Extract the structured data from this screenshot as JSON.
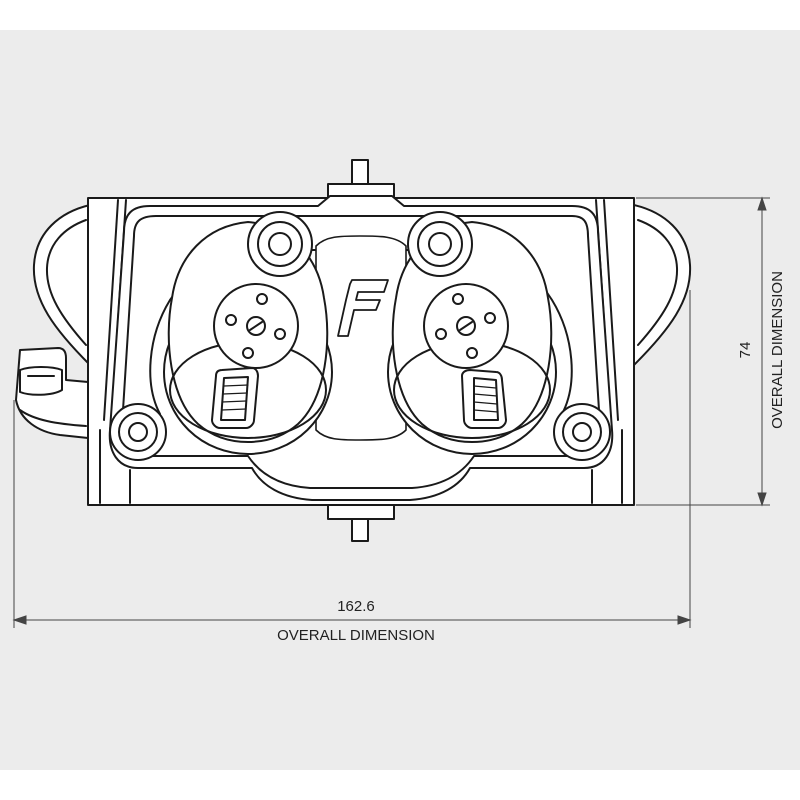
{
  "colors": {
    "background": "#ffffff",
    "canvas": "#ececec",
    "outline": "#1a1a1a",
    "part_fill": "#ffffff"
  },
  "dimensions": {
    "width": {
      "value": "162.6",
      "label": "OVERALL DIMENSION"
    },
    "height": {
      "value": "74",
      "label": "OVERALL DIMENSION"
    }
  }
}
